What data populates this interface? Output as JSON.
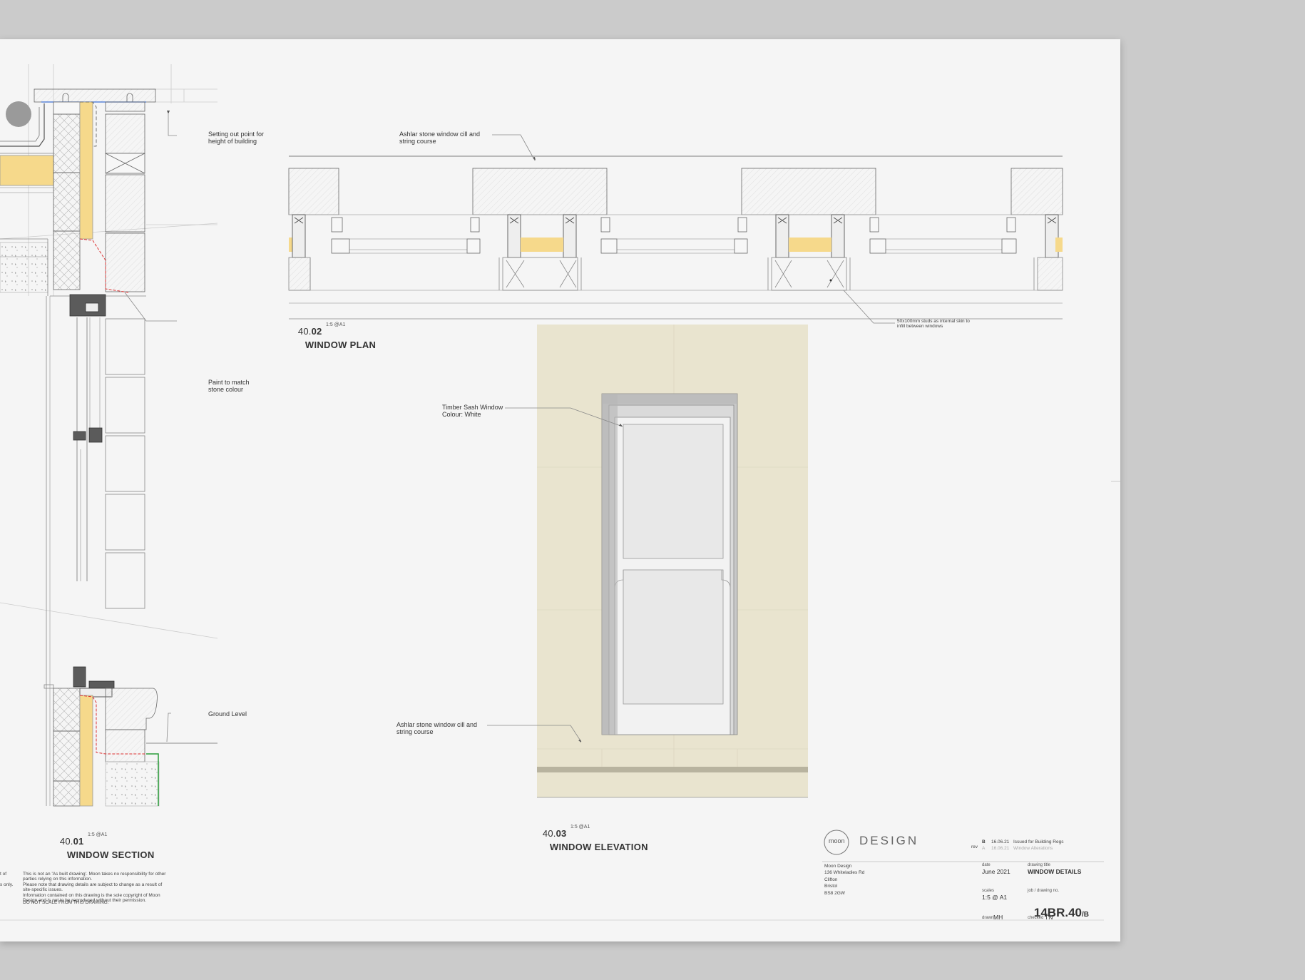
{
  "annotations": {
    "setting_out": "Setting out point for\nheight of building",
    "paint": "Paint to match\nstone colour",
    "ground": "Ground Level",
    "plan_cill": "Ashlar stone window cill and\nstring course",
    "studs": "50x100mm studs as internal skin to\ninfill between windows",
    "sash": "Timber Sash Window\nColour: White",
    "elev_cill": "Ashlar stone window cill and\nstring course"
  },
  "views": {
    "section": {
      "num": "40.",
      "num_b": "01",
      "title": "WINDOW SECTION",
      "scale": "1:5 @A1"
    },
    "plan": {
      "num": "40.",
      "num_b": "02",
      "title": "WINDOW PLAN",
      "scale": "1:5 @A1"
    },
    "elevation": {
      "num": "40.",
      "num_b": "03",
      "title": "WINDOW ELEVATION",
      "scale": "1:5 @A1"
    }
  },
  "disclaimer": {
    "edge": "t of\n\ns only.\n\n\n",
    "text": "This is not an 'As built drawing'. Moon takes no responsibility for other\nparties relying on this information.\nPlease note that drawing details are subject to change as a result of\nsite-specific issues.\nInformation contained on this drawing is the sole copyright of Moon\nDesign and is not to be reproduced without their permission.",
    "noscale": "DO NOT SCALE FROM THIS DRAWING."
  },
  "title_block": {
    "logo": "moon",
    "brand": "DESIGN",
    "revisions": [
      {
        "rev": "B",
        "date": "16.06.21",
        "desc": "Issued for Building Regs"
      },
      {
        "rev": "A",
        "date": "16.06.21",
        "desc": "Window Alterations"
      }
    ],
    "rev_label": "rev",
    "address": "Moon Design\n136 Whiteladies Rd\nClifton\nBristol\nBS8 2GW",
    "date_label": "date",
    "date": "June 2021",
    "title_label": "drawing title",
    "title": "WINDOW DETAILS",
    "scales_label": "scales",
    "scales": "1:5 @ A1",
    "no_label": "job / drawing no.",
    "no_main": "14BR.40",
    "no_suffix": "/B",
    "drawn_label": "drawn",
    "drawn": "MH",
    "checked_label": "checked",
    "checked": "TN"
  },
  "colors": {
    "background": "#cbcbcb",
    "sheet": "#f5f5f5",
    "insulation": "#f6d98b",
    "stone": "#e9e4cf"
  }
}
